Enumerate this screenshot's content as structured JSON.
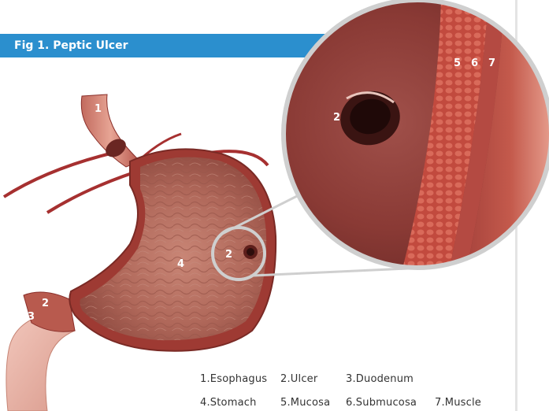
{
  "figure": {
    "title": "Fig 1. Peptic Ulcer"
  },
  "callouts": {
    "esophagus": "1",
    "ulcer_small": "2",
    "ulcer_pylorus": "2",
    "duodenum": "3",
    "stomach": "4",
    "ulcer_zoom": "2",
    "mucosa": "5",
    "submucosa": "6",
    "muscle": "7"
  },
  "legend": {
    "row1": [
      "1.Esophagus",
      "2.Ulcer",
      "3.Duodenum"
    ],
    "row2": [
      "4.Stomach",
      "5.Mucosa",
      "6.Submucosa",
      "7.Muscle"
    ]
  },
  "colors": {
    "title_bar": "#2b8fce",
    "tissue_dark": "#8a2f2a",
    "tissue_mid": "#b5544a",
    "tissue_light": "#e7a595",
    "rim": "#cfcfcf"
  }
}
